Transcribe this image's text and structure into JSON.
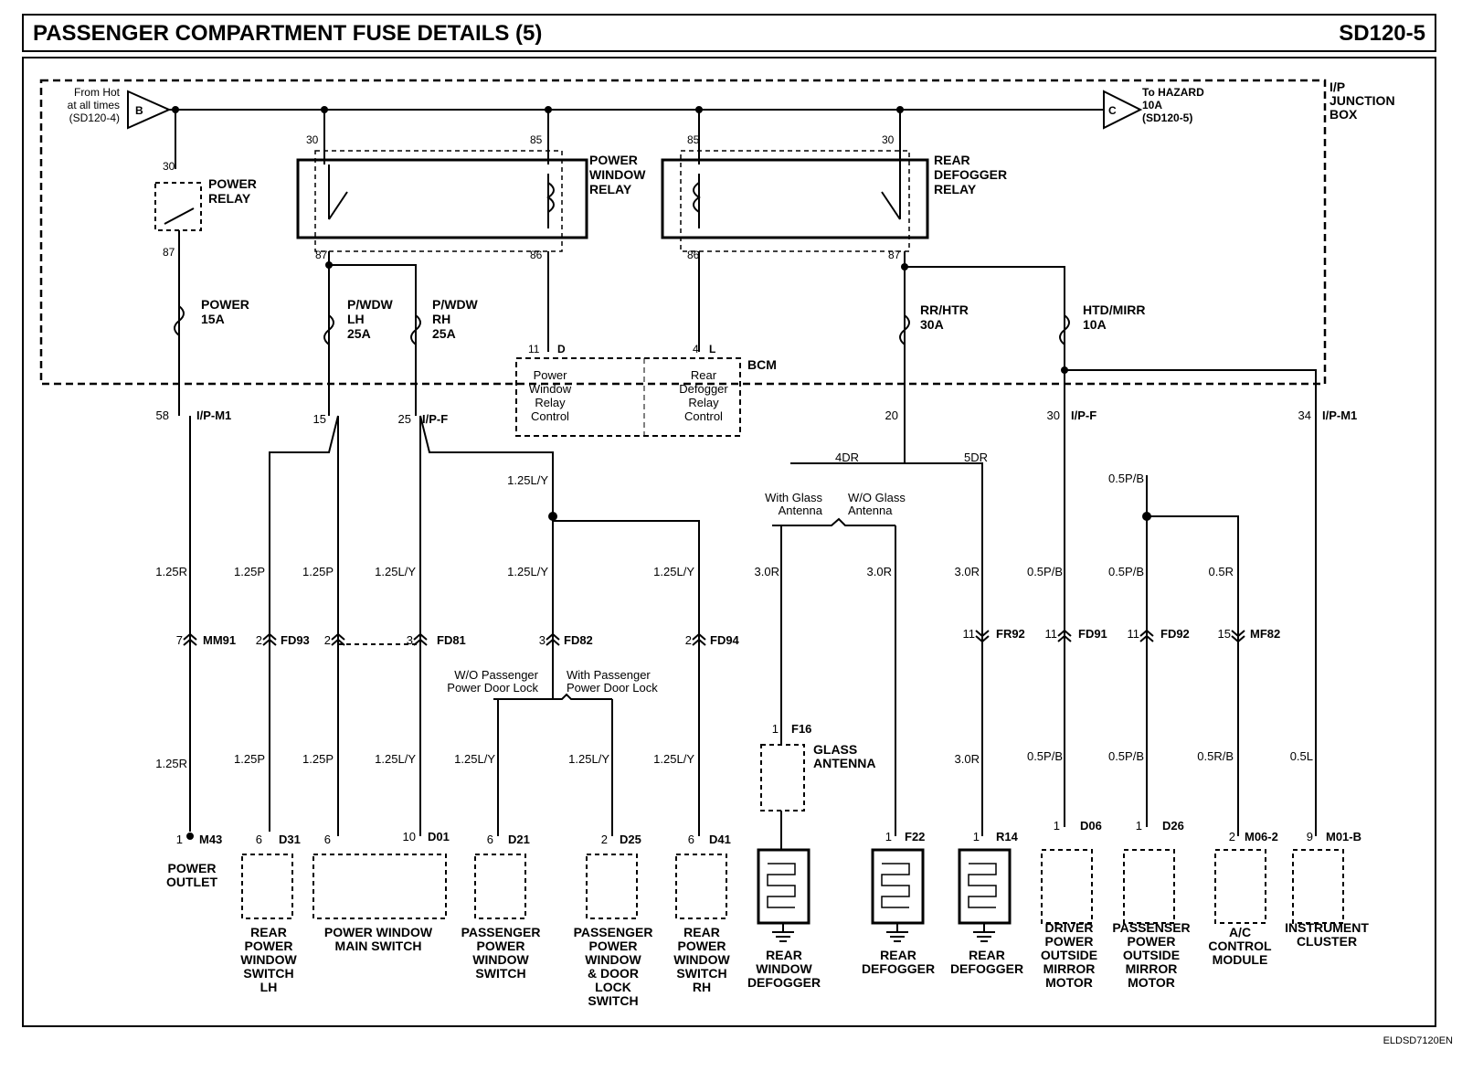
{
  "header": {
    "title": "PASSENGER COMPARTMENT FUSE DETAILS (5)",
    "code": "SD120-5"
  },
  "footer": {
    "ref": "ELDSD7120EN"
  },
  "junction_box": {
    "label": [
      "I/P",
      "JUNCTION",
      "BOX"
    ]
  },
  "source_b": {
    "letter": "B",
    "text": [
      "From Hot",
      "at all times",
      "(SD120-4)"
    ]
  },
  "source_c": {
    "letter": "C",
    "text": [
      "To HAZARD",
      "10A",
      "(SD120-5)"
    ]
  },
  "power_relay": {
    "label": [
      "POWER",
      "RELAY"
    ],
    "pin_top": "30",
    "pin_bottom": "87"
  },
  "pw_relay": {
    "label": [
      "POWER",
      "WINDOW",
      "RELAY"
    ],
    "pins": [
      "30",
      "85",
      "87",
      "86"
    ]
  },
  "rd_relay": {
    "label": [
      "REAR",
      "DEFOGGER",
      "RELAY"
    ],
    "pins": [
      "85",
      "30",
      "86",
      "87"
    ]
  },
  "fuses": {
    "power": [
      "POWER",
      "15A"
    ],
    "lh": [
      "P/WDW",
      "LH",
      "25A"
    ],
    "rh": [
      "P/WDW",
      "RH",
      "25A"
    ],
    "rrhtr": [
      "RR/HTR",
      "30A"
    ],
    "htd": [
      "HTD/MIRR",
      "10A"
    ]
  },
  "bcm": {
    "label": "BCM",
    "pin1": "11",
    "pin1_letter": "D",
    "pin2": "4",
    "pin2_letter": "L",
    "box1": [
      "Power",
      "Window",
      "Relay",
      "Control"
    ],
    "box2": [
      "Rear",
      "Defogger",
      "Relay",
      "Control"
    ]
  },
  "jb_connectors": {
    "c58": "58",
    "ipm1": "I/P-M1",
    "c15": "15",
    "c25": "25",
    "ipf": "I/P-F",
    "c20": "20",
    "c30": "30",
    "ipf2": "I/P-F",
    "c34": "34",
    "ipm1b": "I/P-M1"
  },
  "branches": {
    "dr4": "4DR",
    "dr5": "5DR",
    "with_glass": [
      "With Glass",
      "Antenna"
    ],
    "wo_glass": [
      "W/O Glass",
      "Antenna"
    ],
    "wo_pass": [
      "W/O Passenger",
      "Power Door Lock"
    ],
    "with_pass": [
      "With Passenger",
      "Power Door Lock"
    ]
  },
  "wires": {
    "w1": "1.25R",
    "w2": "1.25P",
    "w3": "1.25P",
    "w4": "1.25L/Y",
    "w5": "1.25L/Y",
    "w5b": "1.25L/Y",
    "w6": "1.25L/Y",
    "w7": "3.0R",
    "w8": "3.0R",
    "w9": "3.0R",
    "w10": "0.5P/B",
    "w11": "0.5P/B",
    "w11b": "0.5P/B",
    "w12": "0.5R",
    "l1": "1.25R",
    "l2": "1.25P",
    "l3": "1.25P",
    "l4": "1.25L/Y",
    "l5": "1.25L/Y",
    "l6": "1.25L/Y",
    "l7": "1.25L/Y",
    "l8": "3.0R",
    "l9": "0.5P/B",
    "l10": "0.5P/B",
    "l11": "0.5R/B",
    "l12": "0.5L"
  },
  "connectors": {
    "mm91": [
      "7",
      "MM91"
    ],
    "fd93": [
      "2",
      "FD93"
    ],
    "fd81a": "2",
    "fd81": [
      "3",
      "FD81"
    ],
    "fd82": [
      "3",
      "FD82"
    ],
    "fd94": [
      "2",
      "FD94"
    ],
    "fr92": [
      "11",
      "FR92"
    ],
    "fd91": [
      "11",
      "FD91"
    ],
    "fd92": [
      "11",
      "FD92"
    ],
    "mf82": [
      "15",
      "MF82"
    ],
    "f16": [
      "1",
      "F16"
    ],
    "m43": [
      "1",
      "M43"
    ],
    "d31": [
      "6",
      "D31"
    ],
    "d01a": "6",
    "d01": [
      "10",
      "D01"
    ],
    "d21": [
      "6",
      "D21"
    ],
    "d25": [
      "2",
      "D25"
    ],
    "d41": [
      "6",
      "D41"
    ],
    "f22": [
      "1",
      "F22"
    ],
    "r14": [
      "1",
      "R14"
    ],
    "d06": [
      "1",
      "D06"
    ],
    "d26": [
      "1",
      "D26"
    ],
    "m062": [
      "2",
      "M06-2"
    ],
    "m01b": [
      "9",
      "M01-B"
    ]
  },
  "components": {
    "power_outlet": [
      "POWER",
      "OUTLET"
    ],
    "rpws_lh": [
      "REAR",
      "POWER",
      "WINDOW",
      "SWITCH",
      "LH"
    ],
    "pw_main": [
      "POWER WINDOW",
      "MAIN SWITCH"
    ],
    "pass_pws": [
      "PASSENGER",
      "POWER",
      "WINDOW",
      "SWITCH"
    ],
    "pass_pwdl": [
      "PASSENGER",
      "POWER",
      "WINDOW",
      "& DOOR",
      "LOCK",
      "SWITCH"
    ],
    "rpws_rh": [
      "REAR",
      "POWER",
      "WINDOW",
      "SWITCH",
      "RH"
    ],
    "glass_ant": [
      "GLASS",
      "ANTENNA"
    ],
    "rwd": [
      "REAR",
      "WINDOW",
      "DEFOGGER"
    ],
    "rd1": [
      "REAR",
      "DEFOGGER"
    ],
    "rd2": [
      "REAR",
      "DEFOGGER"
    ],
    "drv_mirror": [
      "DRIVER",
      "POWER",
      "OUTSIDE",
      "MIRROR",
      "MOTOR"
    ],
    "pass_mirror": [
      "PASSENSER",
      "POWER",
      "OUTSIDE",
      "MIRROR",
      "MOTOR"
    ],
    "ac": [
      "A/C",
      "CONTROL",
      "MODULE"
    ],
    "cluster": [
      "INSTRUMENT",
      "CLUSTER"
    ]
  }
}
